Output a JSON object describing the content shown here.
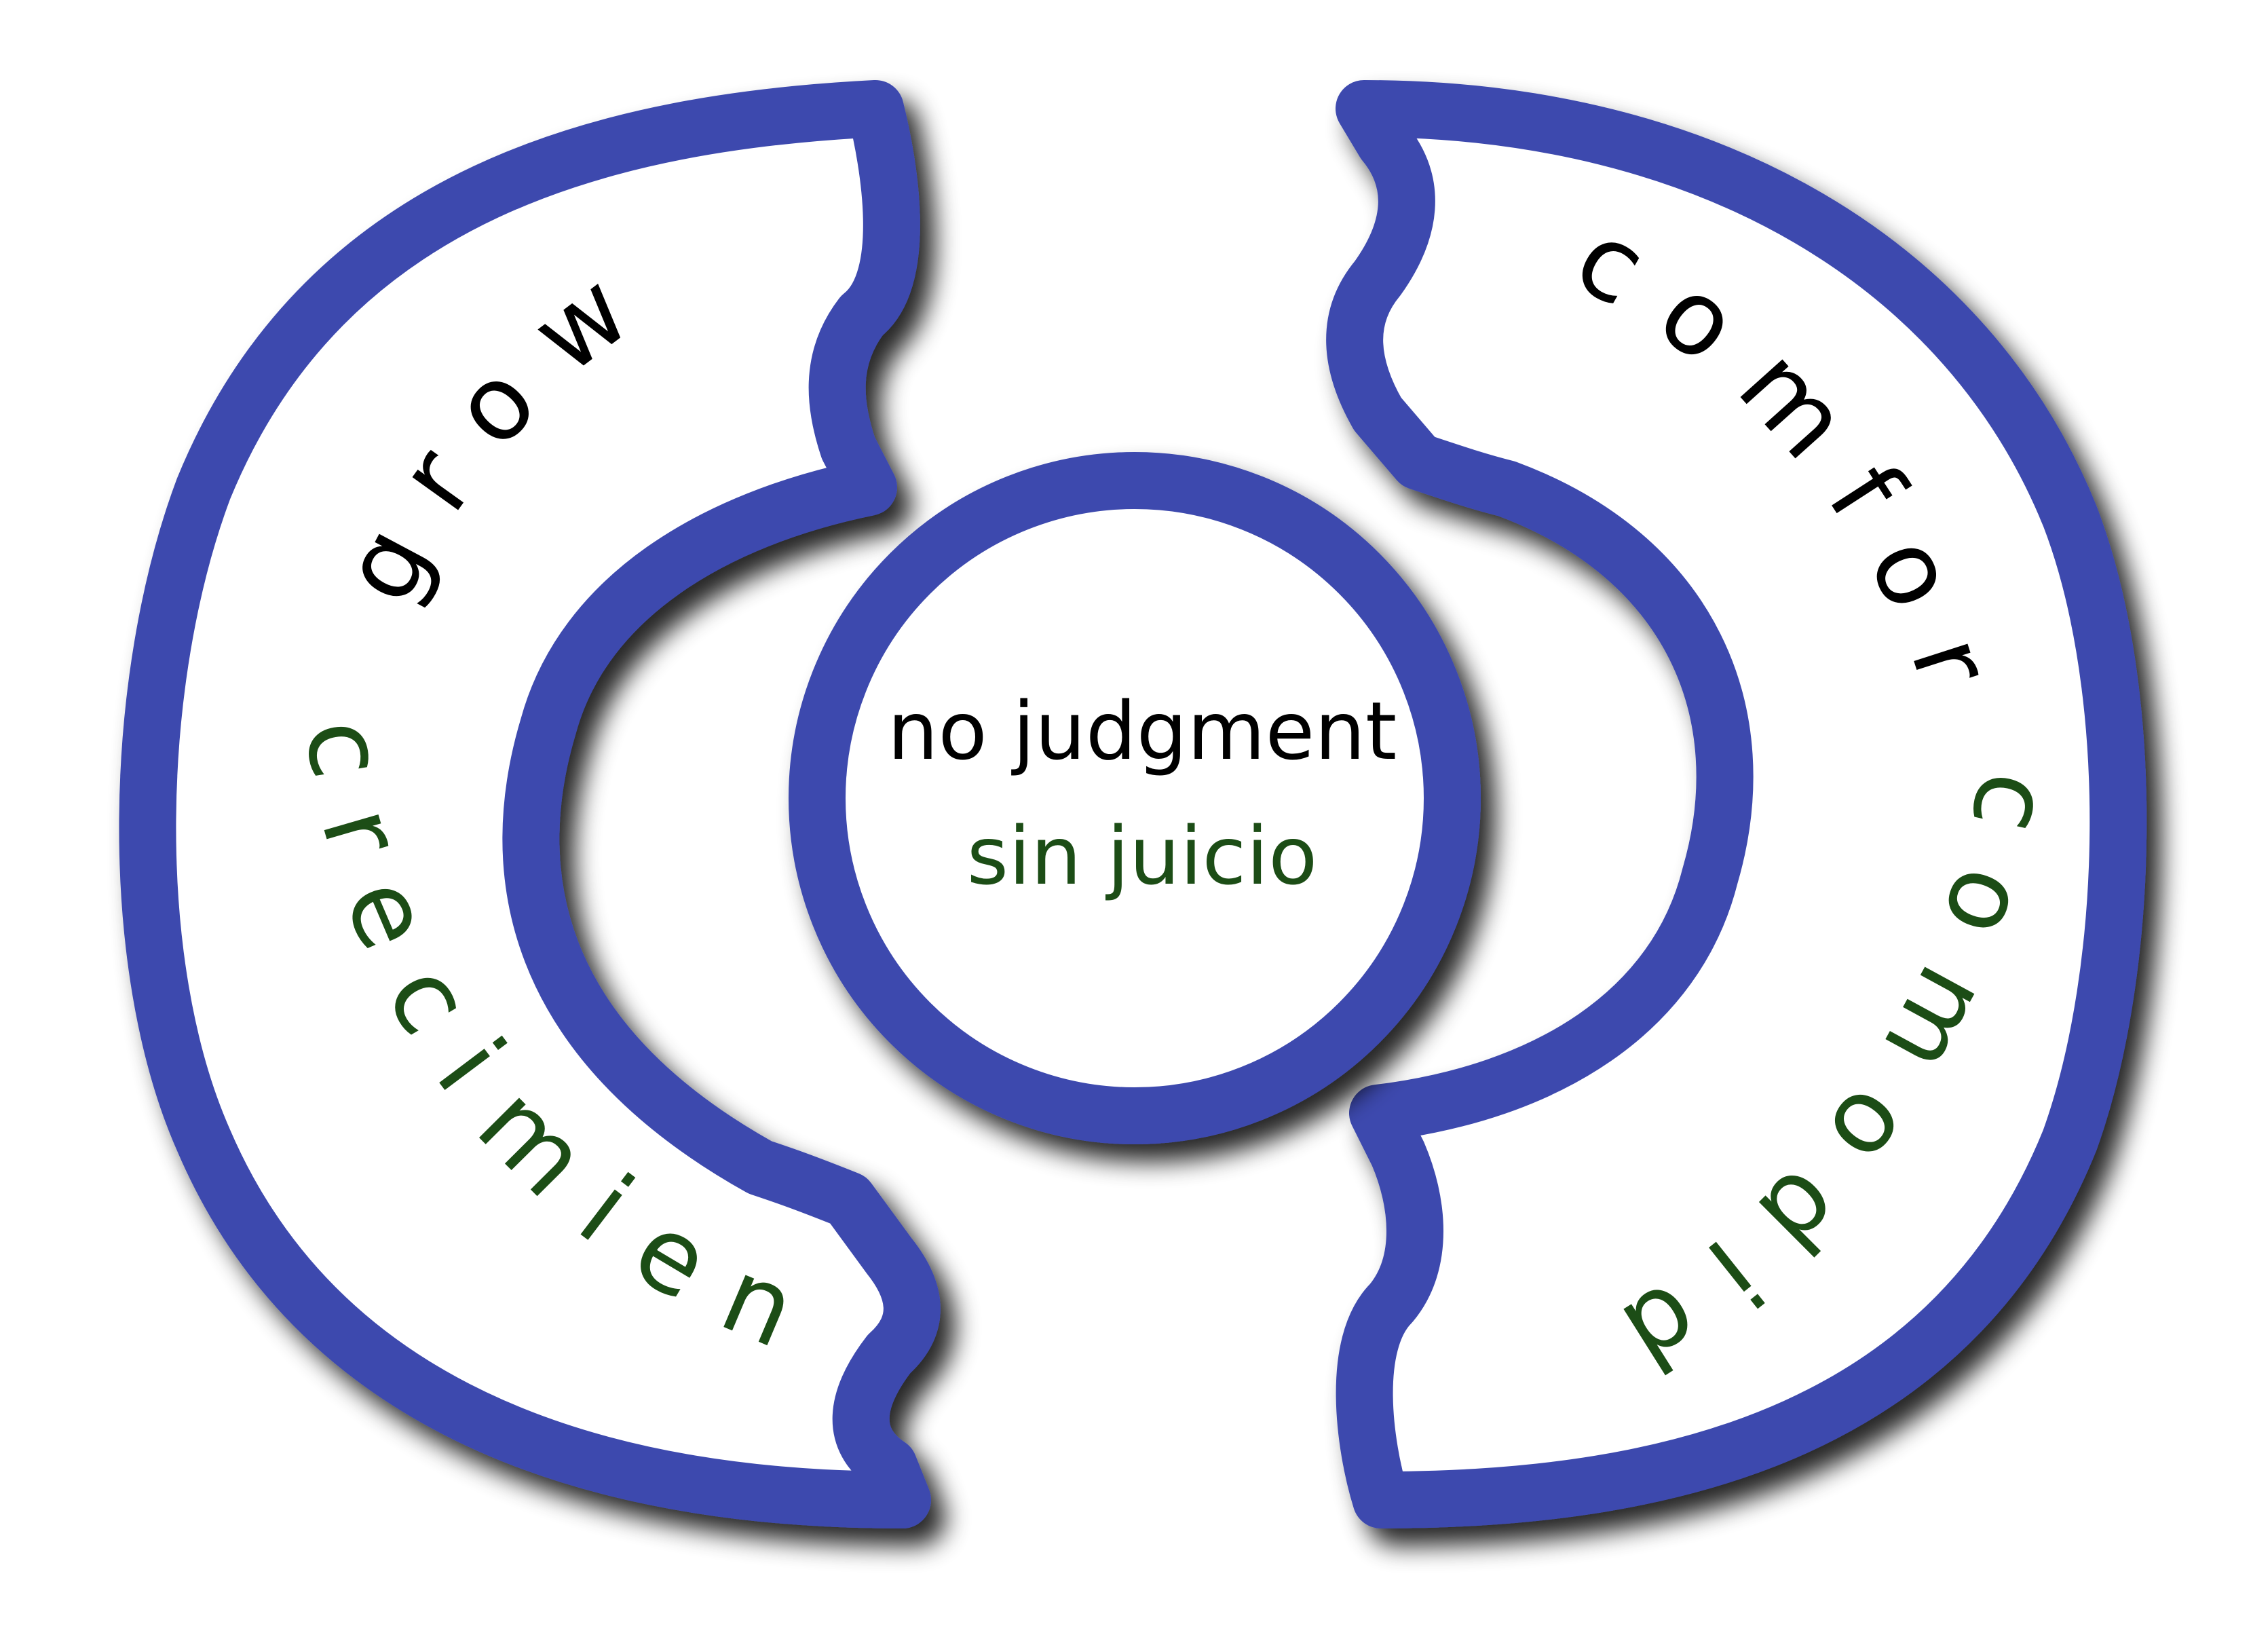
{
  "colors": {
    "ring_stroke": "#3d4aae",
    "fill": "#ffffff",
    "english_text": "#000000",
    "spanish_text": "#1b4d14",
    "shadow": "#000000"
  },
  "left_segment": {
    "english": "growth",
    "spanish": "crecimiento"
  },
  "right_segment": {
    "english": "comfort",
    "spanish": "comodidad"
  },
  "center": {
    "english": "no judgment",
    "spanish": "sin juicio"
  }
}
